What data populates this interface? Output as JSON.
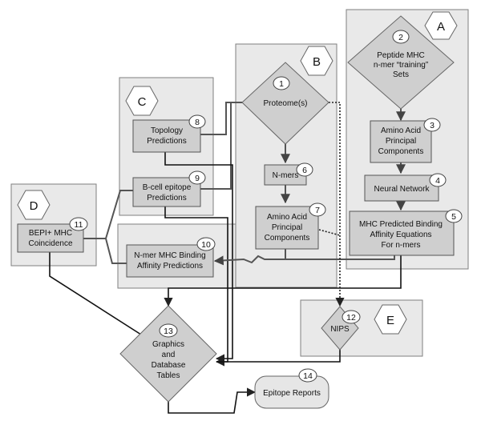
{
  "sections": {
    "a": "A",
    "b": "B",
    "c": "C",
    "d": "D",
    "e": "E"
  },
  "nodes": {
    "n1": {
      "num": "1",
      "lines": [
        "Proteome(s)"
      ]
    },
    "n2": {
      "num": "2",
      "lines": [
        "Peptide MHC",
        "n-mer “training”",
        "Sets"
      ]
    },
    "n3": {
      "num": "3",
      "lines": [
        "Amino Acid",
        "Principal",
        "Components"
      ]
    },
    "n4": {
      "num": "4",
      "lines": [
        "Neural Network"
      ]
    },
    "n5": {
      "num": "5",
      "lines": [
        "MHC Predicted Binding",
        "Affinity Equations",
        "For n-mers"
      ]
    },
    "n6": {
      "num": "6",
      "lines": [
        "N-mers"
      ]
    },
    "n7": {
      "num": "7",
      "lines": [
        "Amino Acid",
        "Principal",
        "Components"
      ]
    },
    "n8": {
      "num": "8",
      "lines": [
        "Topology",
        "Predictions"
      ]
    },
    "n9": {
      "num": "9",
      "lines": [
        "B-cell epitope",
        "Predictions"
      ]
    },
    "n10": {
      "num": "10",
      "lines": [
        "N-mer MHC Binding",
        "Affinity Predictions"
      ]
    },
    "n11": {
      "num": "11",
      "lines": [
        "BEPI+ MHC",
        "Coincidence"
      ]
    },
    "n12": {
      "num": "12",
      "lines": [
        "NIPS"
      ]
    },
    "n13": {
      "num": "13",
      "lines": [
        "Graphics",
        "and",
        "Database",
        "Tables"
      ]
    },
    "n14": {
      "num": "14",
      "lines": [
        "Epitope Reports"
      ]
    }
  },
  "colors": {
    "panel": "#e9e9e9",
    "box": "#cfcfcf",
    "line": "#555555"
  }
}
